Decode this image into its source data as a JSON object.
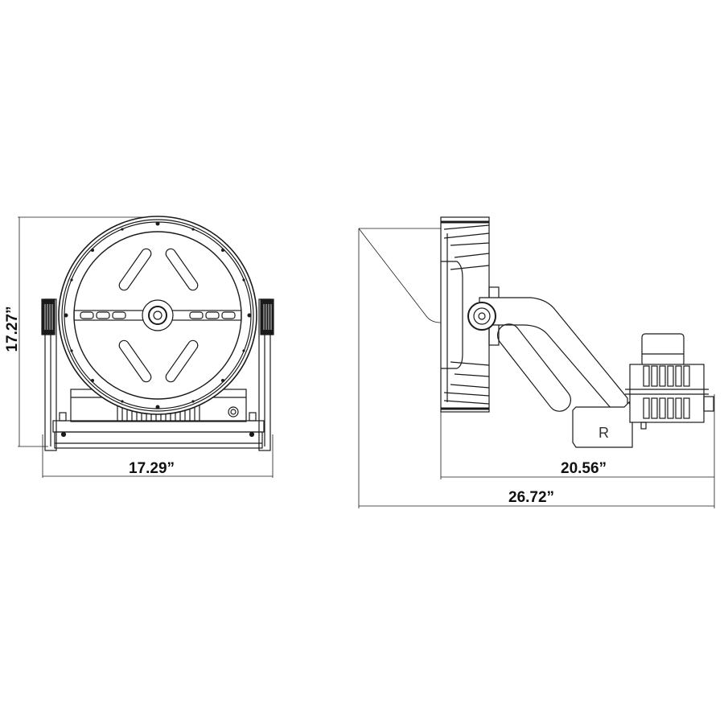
{
  "drawing": {
    "front_view": {
      "height_label": "17.27”",
      "width_label": "17.29”"
    },
    "side_view": {
      "fixture_depth_label": "20.56”",
      "overall_depth_label": "26.72”",
      "arm_marking": "R"
    }
  },
  "colors": {
    "line": "#1a1a1a",
    "background": "#ffffff"
  }
}
